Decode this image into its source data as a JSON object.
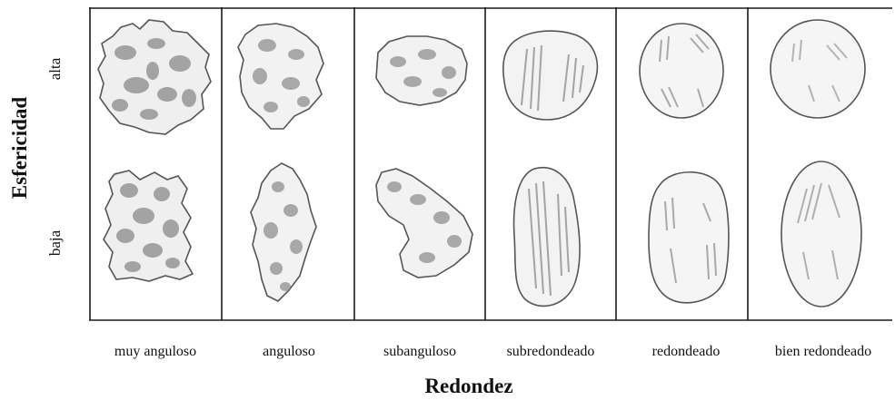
{
  "y_axis": {
    "title": "Esfericidad",
    "rows": [
      "alta",
      "baja"
    ]
  },
  "x_axis": {
    "title": "Redondez",
    "columns": [
      "muy anguloso",
      "anguloso",
      "subanguloso",
      "subredondeado",
      "redondeado",
      "bien redondeado"
    ]
  },
  "colors": {
    "outline": "#555555",
    "shading": "#8a8a8a",
    "grid": "#1a1a1a"
  }
}
